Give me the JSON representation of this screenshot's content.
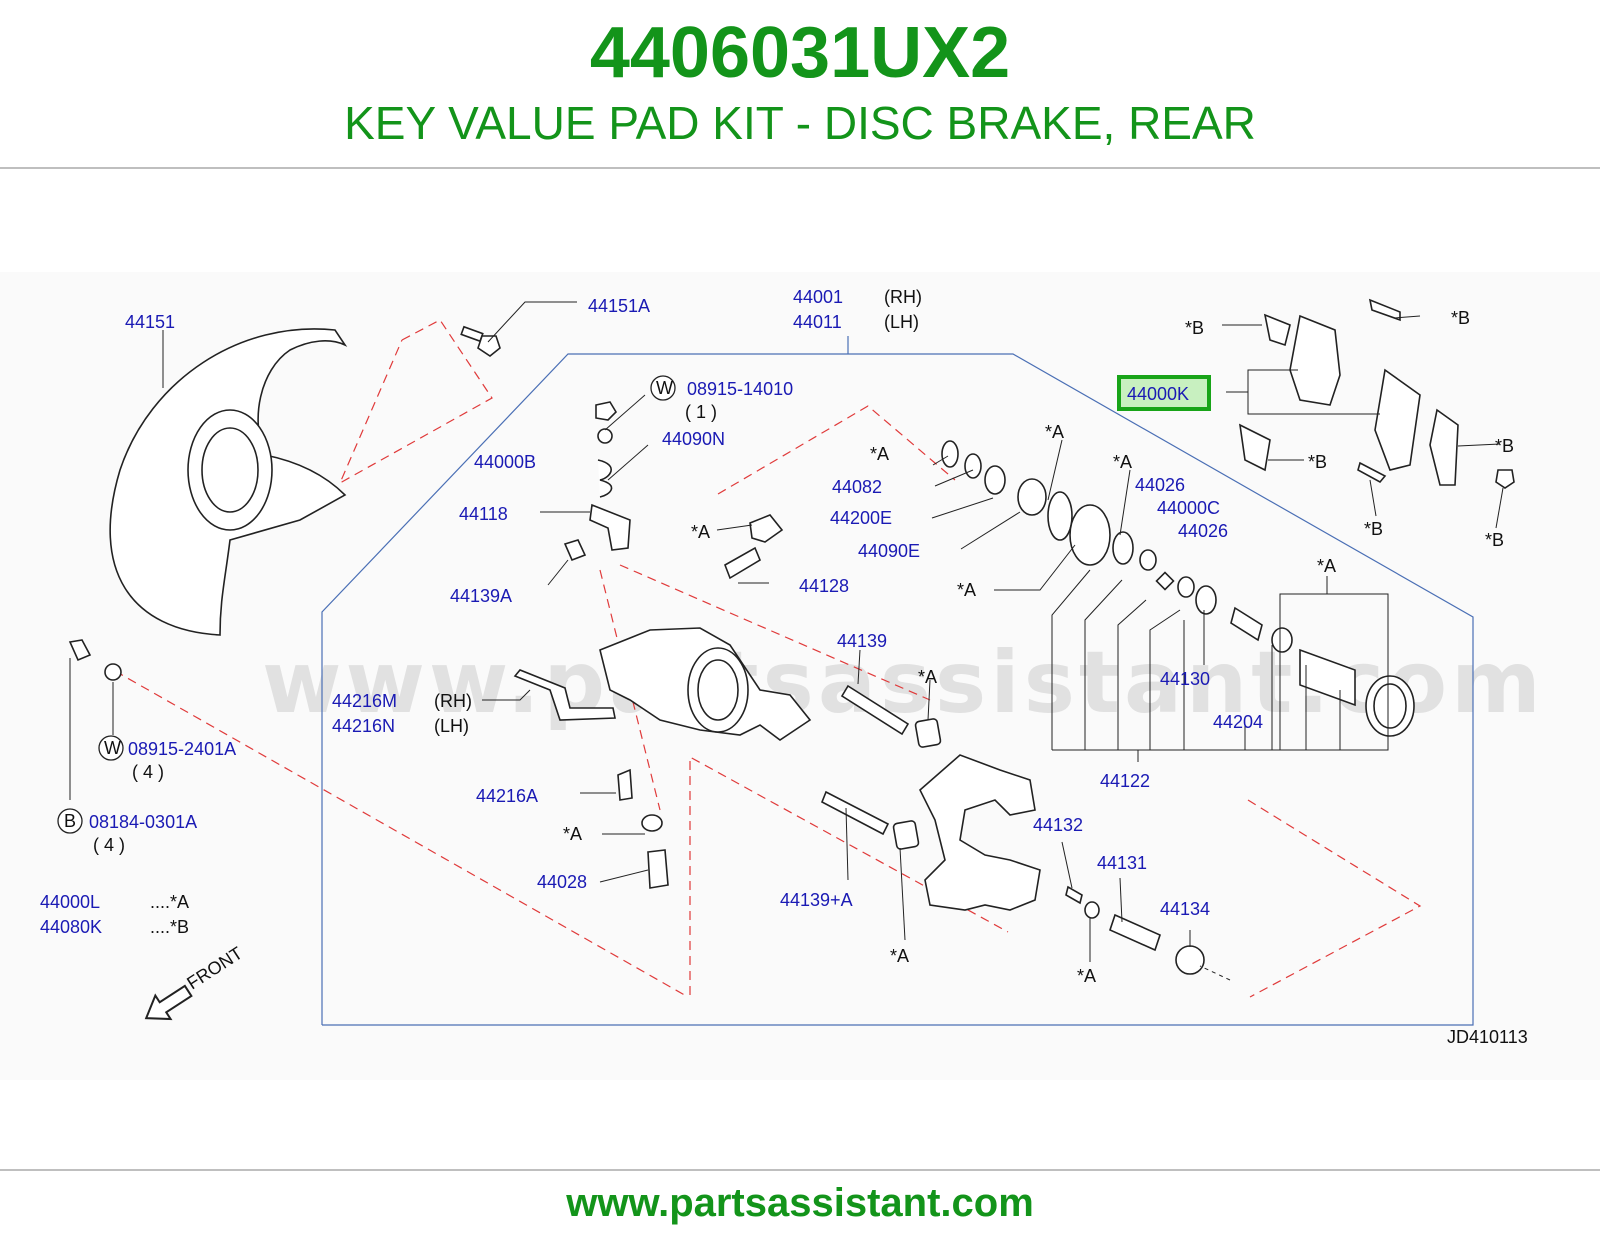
{
  "header": {
    "part_number": "4406031UX2",
    "description": "KEY VALUE PAD KIT - DISC BRAKE, REAR"
  },
  "colors": {
    "brand_green": "#13941a",
    "label_blue": "#1a1ab4",
    "highlight_green": "#18a418",
    "highlight_fill": "#c8f0c0",
    "outline_blue": "#4a6fb5",
    "dashed_red": "#e03a3a",
    "rule_gray": "#bfbfbf"
  },
  "diagram": {
    "watermark": "www.partsassistant.com",
    "code": "JD410113",
    "front_label": "FRONT",
    "highlighted": "44000K",
    "labels": {
      "p44151": "44151",
      "p44151A": "44151A",
      "p44001": "44001",
      "p44011": "44011",
      "rh": "(RH)",
      "lh": "(LH)",
      "p44000B": "44000B",
      "w_badge": "W",
      "b_badge": "B",
      "p0891514010": "08915-14010",
      "qty1": "( 1 )",
      "p44090N": "44090N",
      "p44118": "44118",
      "p44139A": "44139A",
      "p44082": "44082",
      "p44200E": "44200E",
      "p44090E": "44090E",
      "p44128": "44128",
      "p44139": "44139",
      "p44216M": "44216M",
      "p44216N": "44216N",
      "p44216A": "44216A",
      "p44028": "44028",
      "p0891524014": "08915-2401A",
      "qty4a": "( 4 )",
      "p0818403014": "08184-0301A",
      "qty4b": "( 4 )",
      "p44000L": "44000L",
      "p44080K": "44080K",
      "dotsA": "....*A",
      "dotsB": "....*B",
      "p44026a": "44026",
      "p44000C": "44000C",
      "p44026b": "44026",
      "p44130": "44130",
      "p44204": "44204",
      "p44122": "44122",
      "p44132": "44132",
      "p44131": "44131",
      "p44134": "44134",
      "p44139plusA": "44139+A",
      "p44000K": "44000K",
      "starA": "*A",
      "starB": "*B"
    }
  },
  "footer": {
    "url": "www.partsassistant.com"
  }
}
